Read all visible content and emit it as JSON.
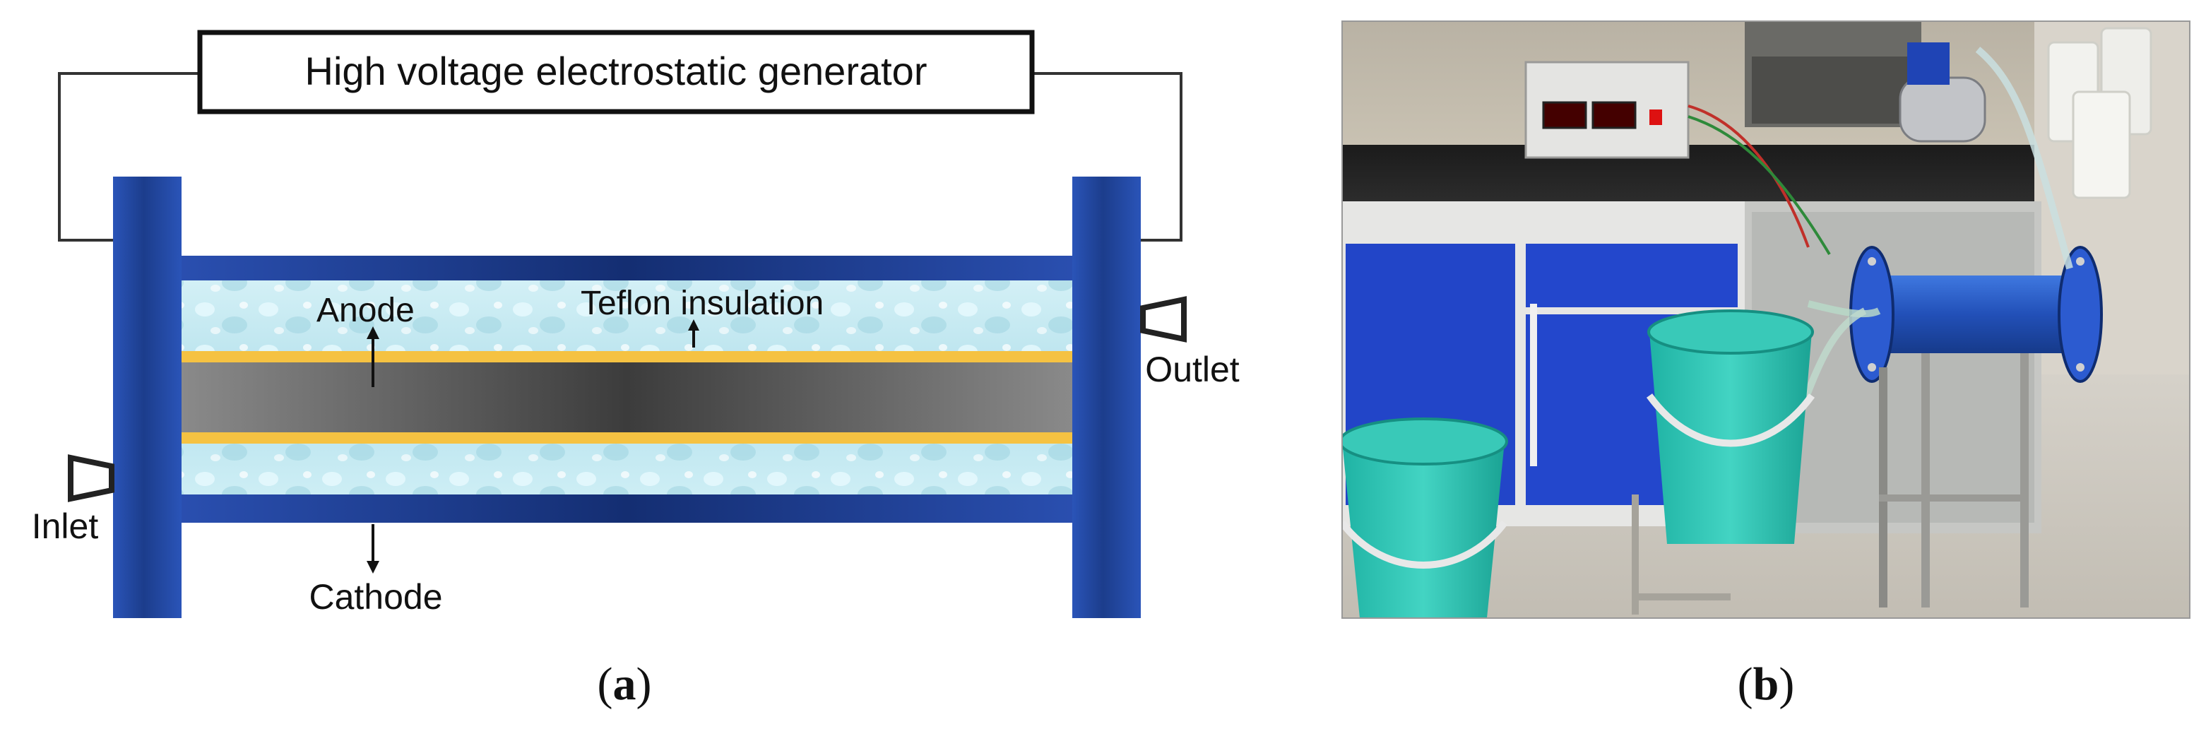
{
  "panel_a": {
    "generator_label": "High voltage electrostatic generator",
    "anode_label": "Anode",
    "insulation_label": "Teflon insulation",
    "cathode_label": "Cathode",
    "inlet_label": "Inlet",
    "outlet_label": "Outlet",
    "caption_open": "(",
    "caption_letter": "a",
    "caption_close": ")"
  },
  "panel_b": {
    "caption_open": "(",
    "caption_letter": "b",
    "caption_close": ")"
  },
  "colors": {
    "flange_blue": "#1d3f8f",
    "cathode_blue": "#203f90",
    "water": "#bfe6ee",
    "teflon_yellow": "#f5c242",
    "anode_gray": "#4a4a4a",
    "wire": "#333333"
  }
}
